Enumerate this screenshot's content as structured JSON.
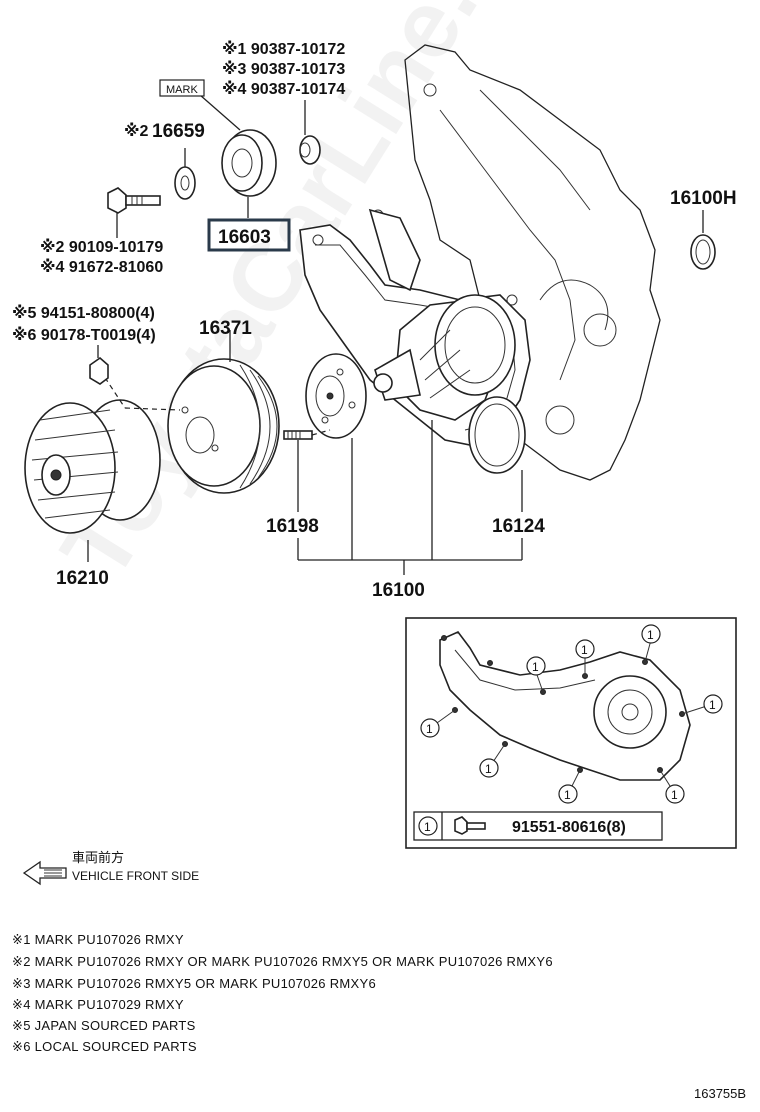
{
  "watermark": "ToyotaCarLine.ru",
  "parts": {
    "p16603": "16603",
    "p16659": "16659",
    "p16100H": "16100H",
    "p16371": "16371",
    "p16198": "16198",
    "p16124": "16124",
    "p16210": "16210",
    "p16100": "16100"
  },
  "mark_box": "MARK",
  "pulley_refs": [
    "※1 90387-10172",
    "※3 90387-10173",
    "※4 90387-10174"
  ],
  "p16659_prefix": "※2",
  "bolt_refs": [
    "※2 90109-10179",
    "※4 91672-81060"
  ],
  "nut_refs": [
    "※5 94151-80800(4)",
    "※6 90178-T0019(4)"
  ],
  "inset": {
    "callout": "1",
    "bolt_part": "91551-80616(8)"
  },
  "direction": {
    "jp": "車両前方",
    "en": "VEHICLE FRONT SIDE"
  },
  "notes": [
    "※1 MARK PU107026 RMXY",
    "※2 MARK PU107026 RMXY OR MARK PU107026 RMXY5 OR MARK PU107026 RMXY6",
    "※3 MARK PU107026 RMXY5 OR MARK PU107026 RMXY6",
    "※4 MARK PU107029 RMXY",
    "※5 JAPAN SOURCED PARTS",
    "※6 LOCAL SOURCED PARTS"
  ],
  "diagram_code": "163755B"
}
